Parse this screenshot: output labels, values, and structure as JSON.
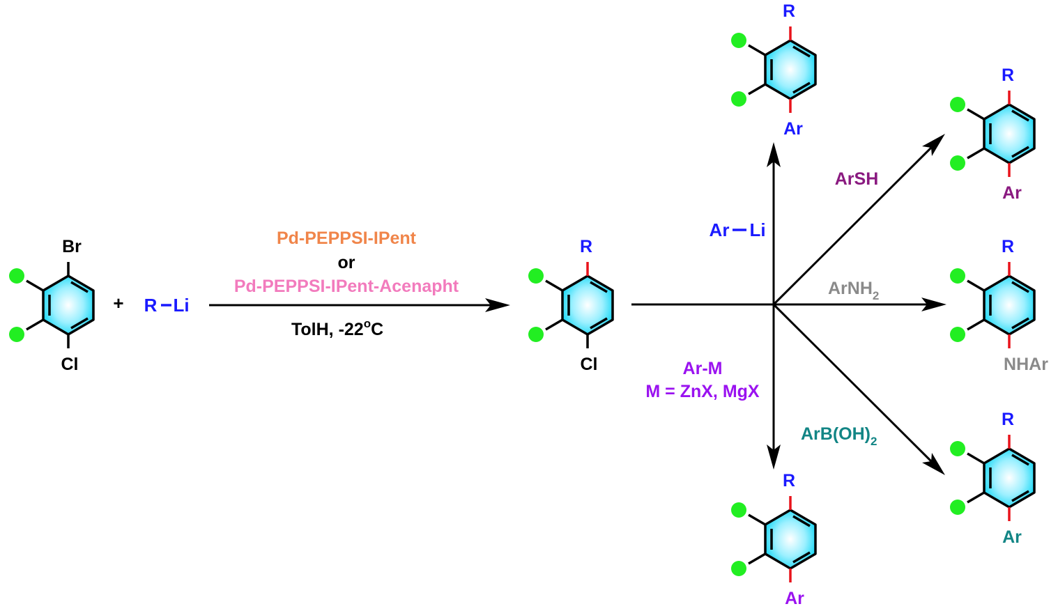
{
  "colors": {
    "ring_fill": "#16d7f5",
    "ring_fill_light": "#e6fbff",
    "dot": "#22ee22",
    "bond_new": "#e8131b",
    "black": "#000000",
    "blue": "#1a1aff",
    "orange": "#f0854a",
    "pink": "#f27bbd",
    "dark_purple": "#8a1a80",
    "gray": "#8a8a8a",
    "violet": "#9a12f0",
    "teal": "#128585"
  },
  "starting_material": {
    "top": "Br",
    "bottom": "Cl"
  },
  "plus": "+",
  "organolithium": {
    "r": "R",
    "li": "Li"
  },
  "conditions": {
    "catalyst1": "Pd-PEPPSI-IPent",
    "or": "or",
    "catalyst2": "Pd-PEPPSI-IPent-Acenapht",
    "solvent": "TolH, -22",
    "degree": "o",
    "unit": "C"
  },
  "intermediate": {
    "top": "R",
    "bottom": "Cl"
  },
  "reagents": {
    "arli_ar": "Ar",
    "arli_li": "Li",
    "arsh": "ArSH",
    "arnh2": "ArNH",
    "arnh2_sub": "2",
    "arm": "Ar-M",
    "arm_def": "M = ZnX, MgX",
    "arboh": "ArB(OH)",
    "arboh_sub": "2"
  },
  "products": {
    "top": {
      "top": "R",
      "bottom": "Ar"
    },
    "upper_right": {
      "top": "R",
      "bottom": "Ar"
    },
    "right": {
      "top": "R",
      "bottom": "NHAr"
    },
    "lower_right": {
      "top": "R",
      "bottom": "Ar"
    },
    "bottom": {
      "top": "R",
      "bottom": "Ar"
    }
  }
}
